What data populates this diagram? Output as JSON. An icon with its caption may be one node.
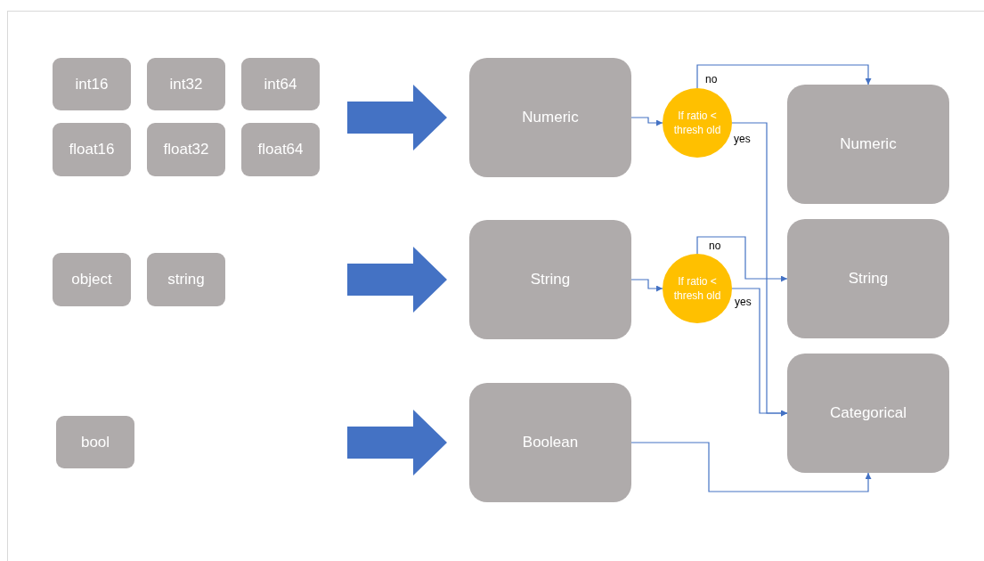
{
  "diagram": {
    "nodes": [
      {
        "text": [
          "int16"
        ]
      },
      {
        "text": [
          "int32"
        ]
      },
      {
        "text": [
          "int64"
        ]
      },
      {
        "text": [
          "float16"
        ]
      },
      {
        "text": [
          "float32"
        ]
      },
      {
        "text": [
          "float64"
        ]
      },
      {
        "text": [
          "object"
        ]
      },
      {
        "text": [
          "string"
        ]
      },
      {
        "text": [
          "bool"
        ]
      },
      {
        "text": [
          "Numeric"
        ]
      },
      {
        "text": [
          "String"
        ]
      },
      {
        "text": [
          "Boolean"
        ]
      },
      {
        "text": [
          "If ratio < thresh old"
        ]
      },
      {
        "text": [
          "If ratio < thresh old"
        ]
      },
      {
        "text": [
          "Numeric"
        ]
      },
      {
        "text": [
          "String"
        ]
      },
      {
        "text": [
          "Categorical"
        ]
      }
    ],
    "edges": [
      {
        "from": null,
        "to": 9,
        "arrow": "to",
        "style": "thick"
      },
      {
        "from": null,
        "to": 10,
        "arrow": "to",
        "style": "thick"
      },
      {
        "from": null,
        "to": 11,
        "arrow": "to",
        "style": "thick"
      },
      {
        "from": 9,
        "to": 12,
        "arrow": "to"
      },
      {
        "from": 12,
        "to": 14,
        "arrow": "to",
        "label": "no"
      },
      {
        "from": 12,
        "to": 16,
        "arrow": "to",
        "label": "yes"
      },
      {
        "from": 10,
        "to": 13,
        "arrow": "to"
      },
      {
        "from": 13,
        "to": 15,
        "arrow": "to",
        "label": "no"
      },
      {
        "from": 13,
        "to": 16,
        "arrow": "to",
        "label": "yes"
      },
      {
        "from": 11,
        "to": 16,
        "arrow": "to"
      }
    ]
  }
}
